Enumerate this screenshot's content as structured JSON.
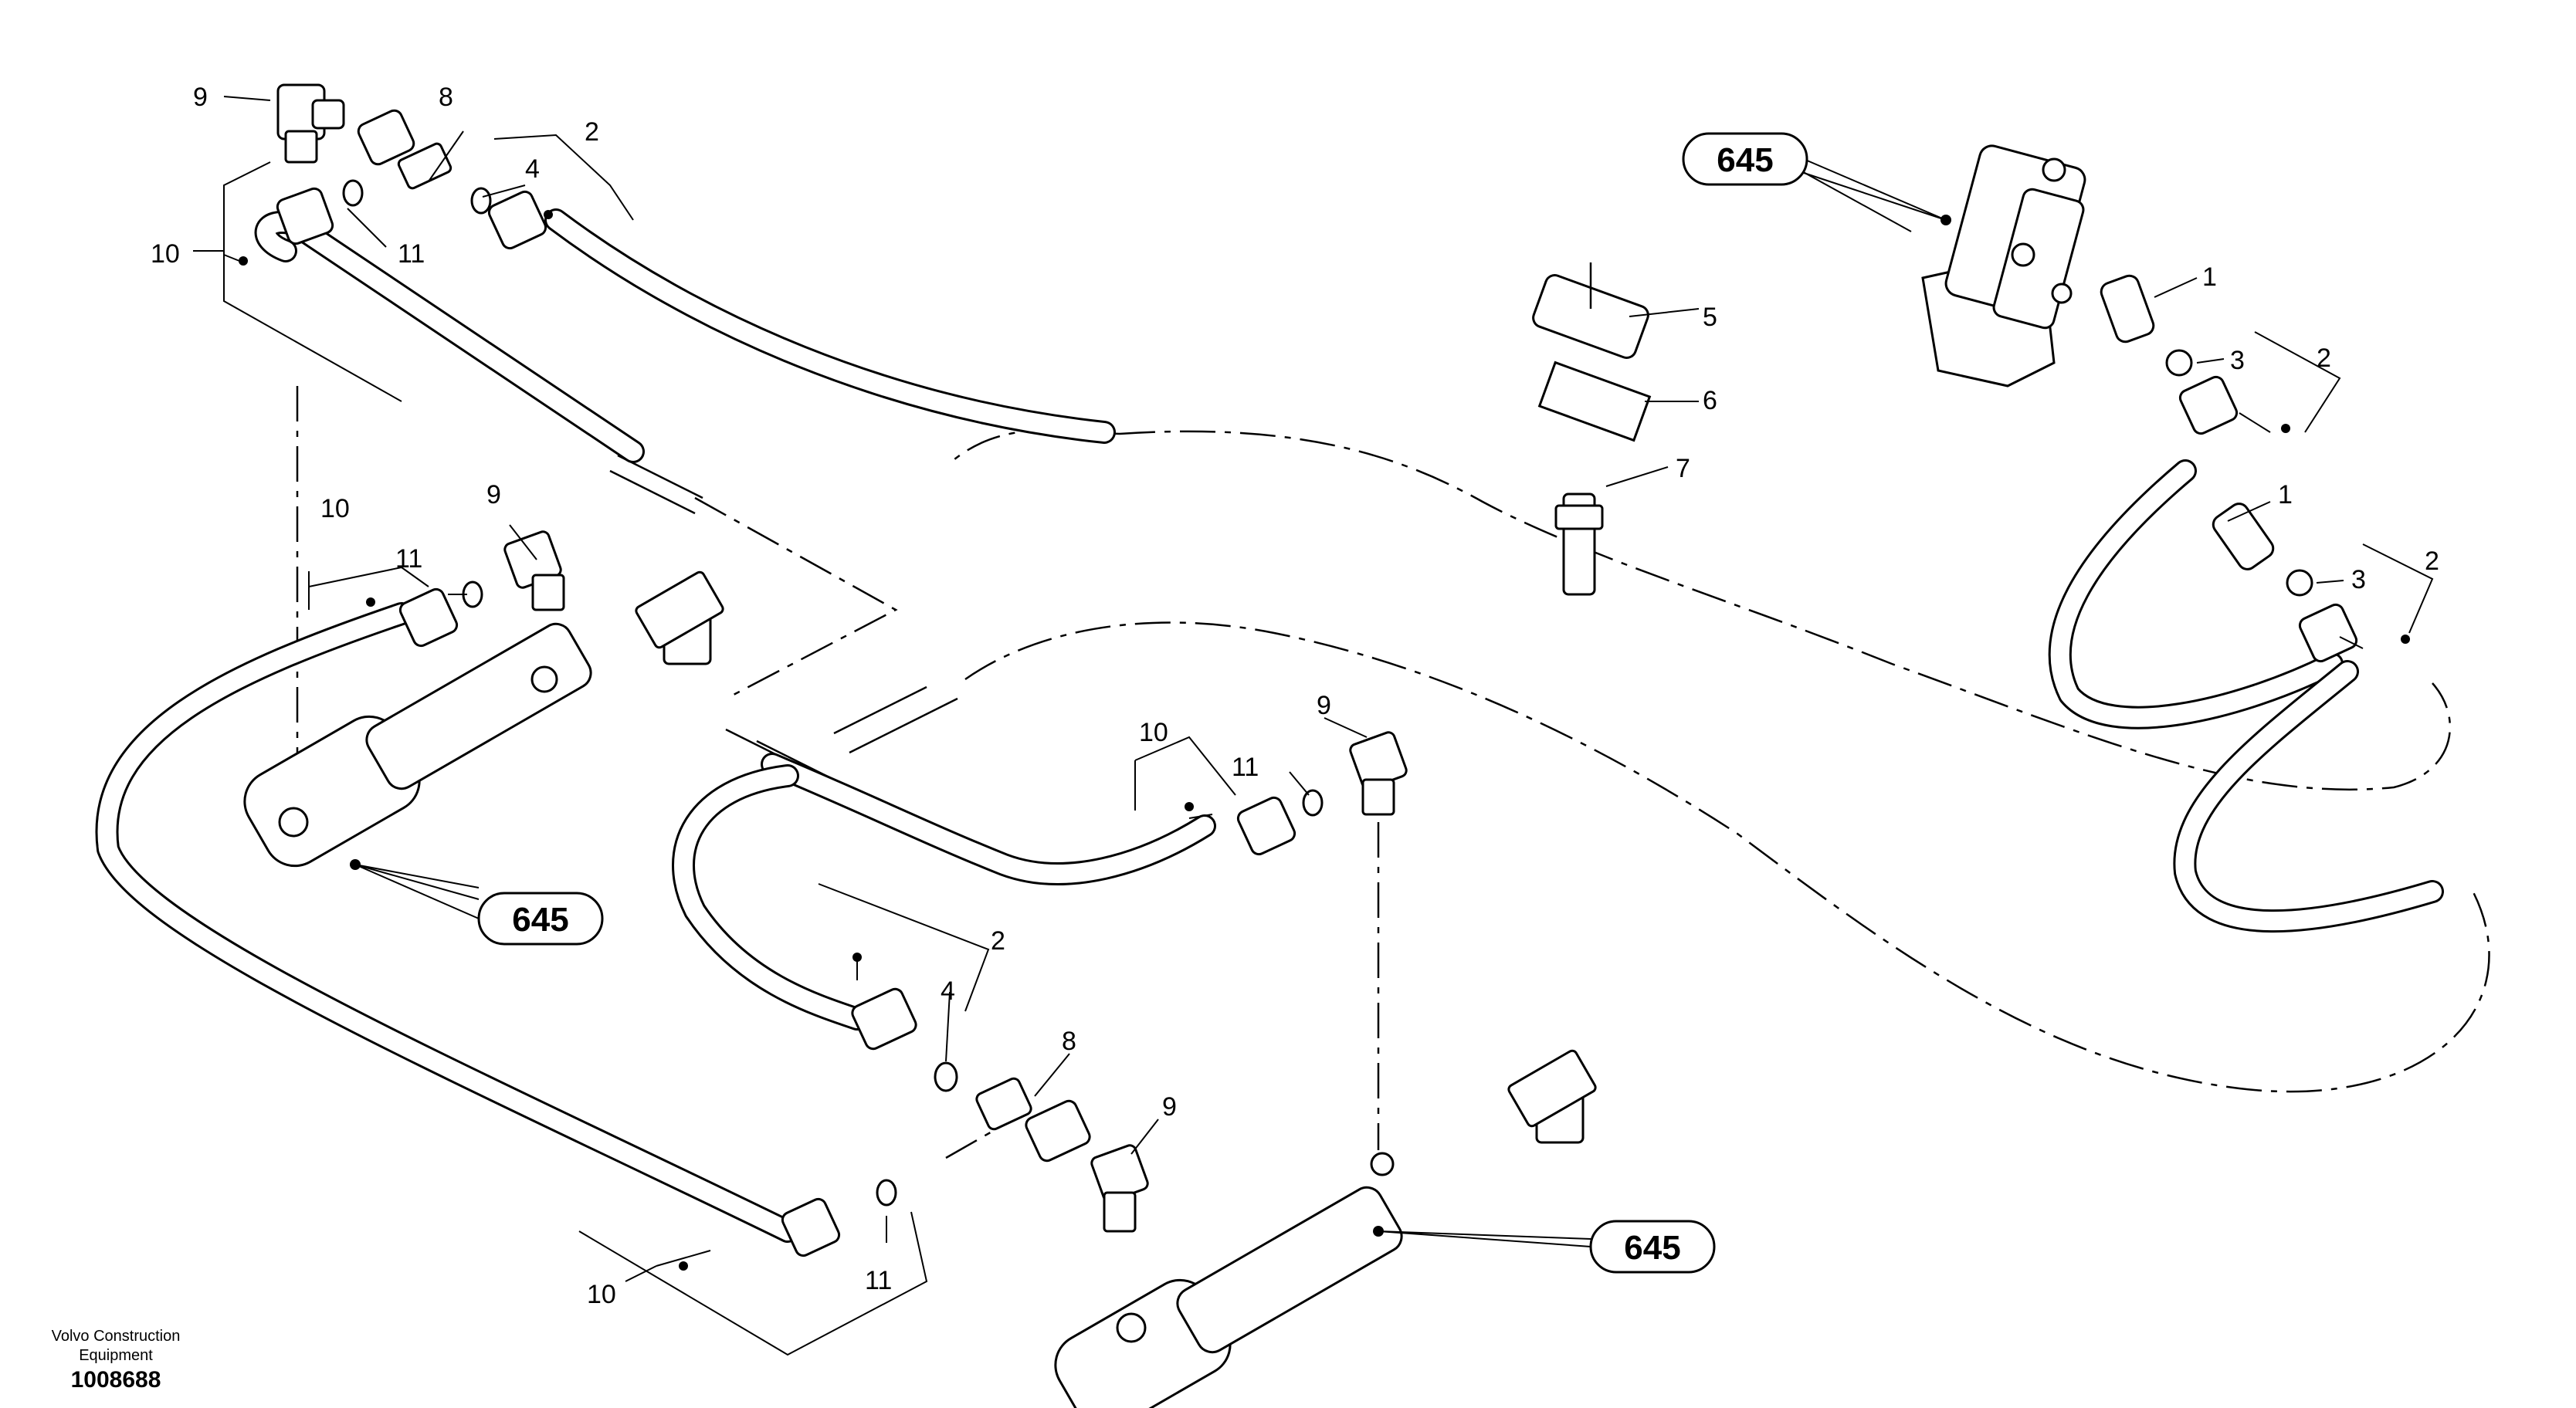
{
  "callouts": [
    {
      "id": "c9a",
      "text": "9"
    },
    {
      "id": "c8a",
      "text": "8"
    },
    {
      "id": "c2a",
      "text": "2"
    },
    {
      "id": "c4a",
      "text": "4"
    },
    {
      "id": "c10a",
      "text": "10"
    },
    {
      "id": "c11a",
      "text": "11"
    },
    {
      "id": "c5",
      "text": "5"
    },
    {
      "id": "c6",
      "text": "6"
    },
    {
      "id": "c7",
      "text": "7"
    },
    {
      "id": "c1a",
      "text": "1"
    },
    {
      "id": "c3a",
      "text": "3"
    },
    {
      "id": "c2b",
      "text": "2"
    },
    {
      "id": "c1b",
      "text": "1"
    },
    {
      "id": "c3b",
      "text": "3"
    },
    {
      "id": "c2c",
      "text": "2"
    },
    {
      "id": "c10b",
      "text": "10"
    },
    {
      "id": "c9b",
      "text": "9"
    },
    {
      "id": "c11b",
      "text": "11"
    },
    {
      "id": "c10c",
      "text": "10"
    },
    {
      "id": "c11c",
      "text": "11"
    },
    {
      "id": "c9c",
      "text": "9"
    },
    {
      "id": "c2d",
      "text": "2"
    },
    {
      "id": "c4b",
      "text": "4"
    },
    {
      "id": "c8b",
      "text": "8"
    },
    {
      "id": "c9d",
      "text": "9"
    },
    {
      "id": "c11d",
      "text": "11"
    },
    {
      "id": "c10d",
      "text": "10"
    }
  ],
  "references": [
    {
      "id": "r1",
      "text": "645"
    },
    {
      "id": "r2",
      "text": "645"
    },
    {
      "id": "r3",
      "text": "645"
    }
  ],
  "footer": {
    "line1": "Volvo Construction",
    "line2": "Equipment",
    "doc_number": "1008688"
  }
}
